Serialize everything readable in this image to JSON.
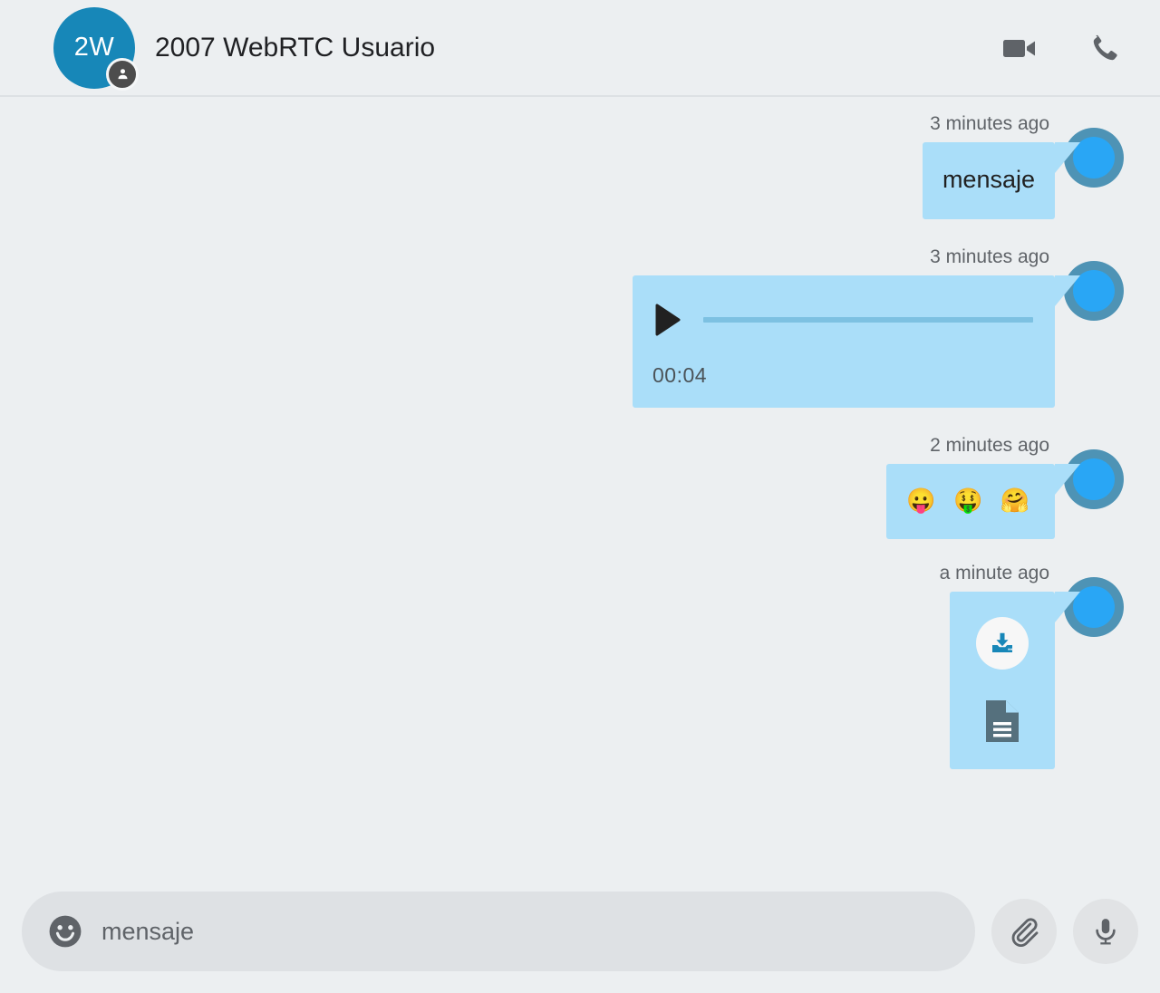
{
  "header": {
    "avatar_initials": "2W",
    "avatar_color": "#1787b8",
    "contact_name": "2007 WebRTC Usuario",
    "presence_badge_icon": "person-icon",
    "video_call_icon": "video-camera-icon",
    "voice_call_icon": "phone-icon",
    "icon_color": "#5f6368"
  },
  "conversation": {
    "bubble_color": "#aadef9",
    "avatar_ring_color": "#4e93b5",
    "avatar_core_color": "#29a6f5",
    "messages": [
      {
        "type": "text",
        "time": "3 minutes ago",
        "text": "mensaje",
        "direction": "outgoing"
      },
      {
        "type": "audio",
        "time": "3 minutes ago",
        "duration": "00:04",
        "play_icon": "play-icon",
        "progress_percent": 0,
        "direction": "outgoing"
      },
      {
        "type": "emoji",
        "time": "2 minutes ago",
        "text": "😛 🤑 🤗",
        "direction": "outgoing"
      },
      {
        "type": "file",
        "time": "a minute ago",
        "download_icon": "download-icon",
        "file_icon": "document-file-icon",
        "direction": "outgoing"
      }
    ]
  },
  "composer": {
    "emoji_icon": "smiley-face-icon",
    "input_placeholder": "mensaje",
    "input_value": "",
    "attach_icon": "paperclip-icon",
    "mic_icon": "microphone-icon"
  }
}
